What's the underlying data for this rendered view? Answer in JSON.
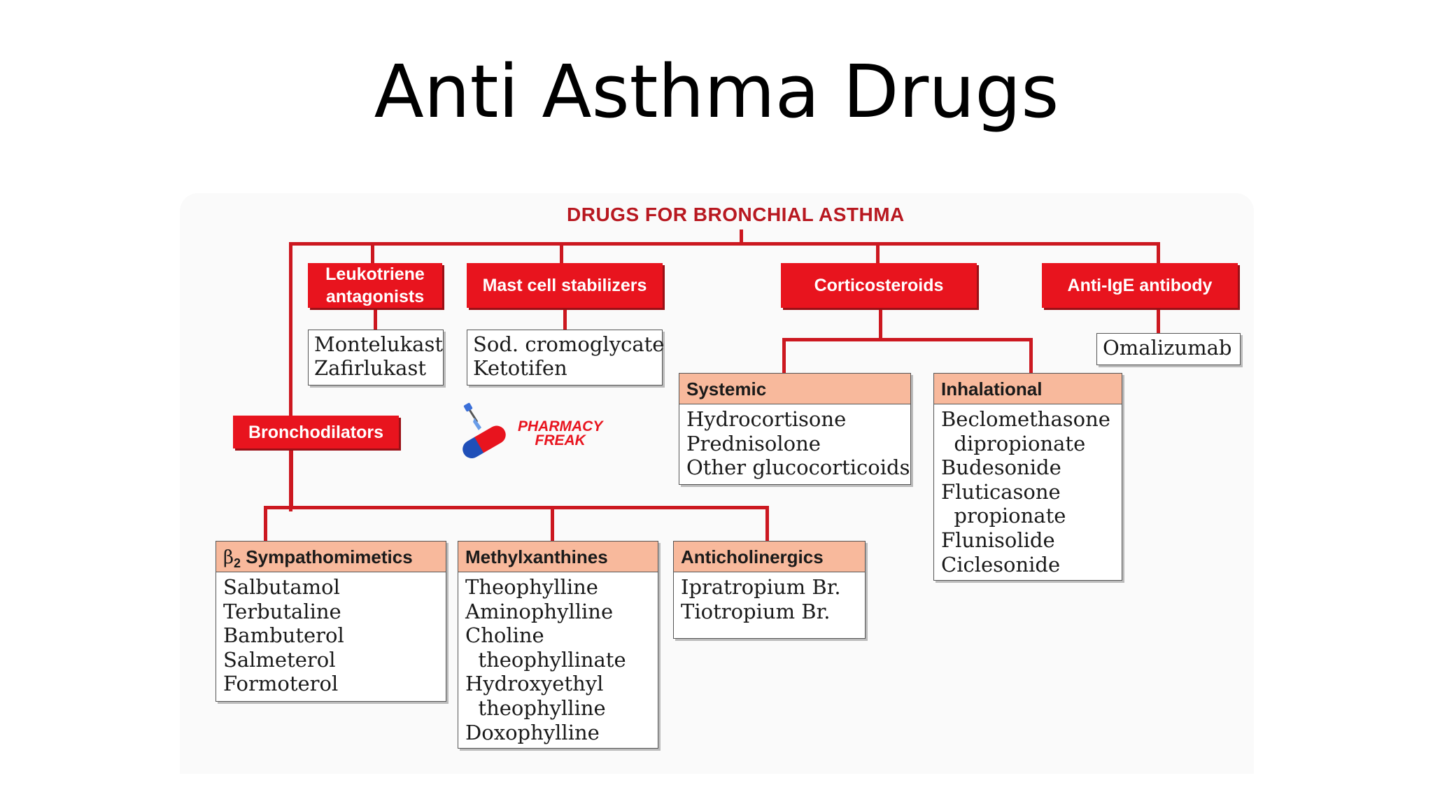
{
  "slide_title": "Anti Asthma Drugs",
  "diagram": {
    "title": "DRUGS FOR BRONCHIAL ASTHMA",
    "colors": {
      "category_red": "#e8141e",
      "line_red": "#cc1820",
      "subheader_salmon": "#f8b99c"
    },
    "categories": {
      "leukotriene": {
        "label_line1": "Leukotriene",
        "label_line2": "antagonists",
        "drugs": [
          "Montelukast",
          "Zafirlukast"
        ]
      },
      "mast_cell": {
        "label": "Mast cell stabilizers",
        "drugs": [
          "Sod. cromoglycate",
          "Ketotifen"
        ]
      },
      "corticosteroids": {
        "label": "Corticosteroids",
        "systemic": {
          "label": "Systemic",
          "drugs": [
            "Hydrocortisone",
            "Prednisolone",
            "Other glucocorticoids"
          ]
        },
        "inhalational": {
          "label": "Inhalational",
          "drugs": [
            "Beclomethasone",
            "  dipropionate",
            "Budesonide",
            "Fluticasone",
            "  propionate",
            "Flunisolide",
            "Ciclesonide"
          ]
        }
      },
      "anti_ige": {
        "label": "Anti-IgE antibody",
        "drugs": [
          "Omalizumab"
        ]
      },
      "bronchodilators": {
        "label": "Bronchodilators",
        "sympathomimetics": {
          "label_prefix": "β",
          "label_subscript": "2",
          "label_text": " Sympathomimetics",
          "drugs": [
            "Salbutamol",
            "Terbutaline",
            "Bambuterol",
            "Salmeterol",
            "Formoterol"
          ]
        },
        "methylxanthines": {
          "label": "Methylxanthines",
          "drugs": [
            "Theophylline",
            "Aminophylline",
            "Choline",
            "  theophyllinate",
            "Hydroxyethyl",
            "  theophylline",
            "Doxophylline"
          ]
        },
        "anticholinergics": {
          "label": "Anticholinergics",
          "drugs": [
            "Ipratropium Br.",
            "Tiotropium Br."
          ]
        }
      }
    },
    "logo": {
      "line1": "PHARMACY",
      "line2": "FREAK",
      "icon": "pill-dropper-icon"
    }
  }
}
